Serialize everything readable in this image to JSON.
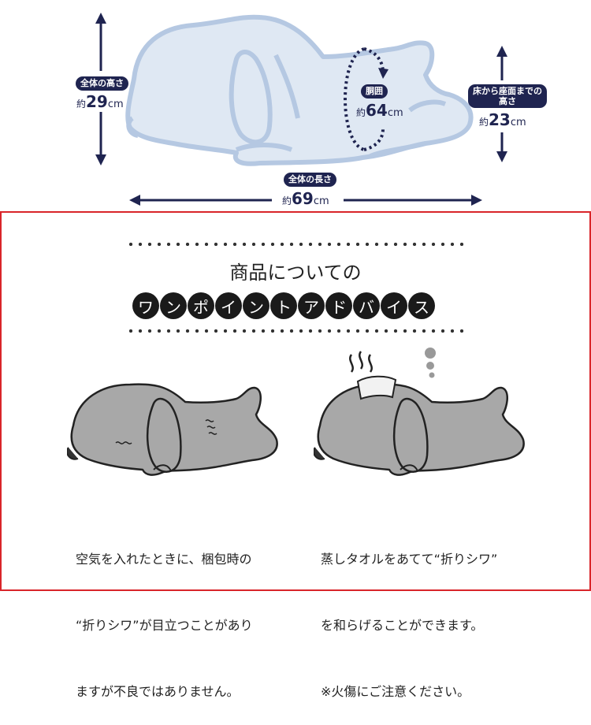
{
  "spec": {
    "height": {
      "label": "全体の高さ",
      "prefix": "約",
      "value": "29",
      "unit": "cm"
    },
    "waist": {
      "label": "胴囲",
      "prefix": "約",
      "value": "64",
      "unit": "cm"
    },
    "seat": {
      "label_line1": "床から座面までの",
      "label_line2": "高さ",
      "prefix": "約",
      "value": "23",
      "unit": "cm"
    },
    "length": {
      "label": "全体の長さ",
      "prefix": "約",
      "value": "69",
      "unit": "cm"
    }
  },
  "advice": {
    "title": "商品についての",
    "subtitle_chars": [
      "ワ",
      "ン",
      "ポ",
      "イ",
      "ン",
      "ト",
      "ア",
      "ド",
      "バ",
      "イ",
      "ス"
    ],
    "note_left": [
      "空気を入れたときに、梱包時の",
      "“折りシワ”が目立つことがあり",
      "ますが不良ではありません。"
    ],
    "note_right": [
      "蒸しタオルをあてて“折りシワ”",
      "を和らげることができます。",
      "※火傷にご注意ください。"
    ]
  },
  "colors": {
    "navy": "#1f2450",
    "light_blue": "#dfe8f3",
    "outline_blue": "#b5c8e2",
    "gray_fill": "#a8a8a8",
    "red_border": "#d9252a"
  }
}
